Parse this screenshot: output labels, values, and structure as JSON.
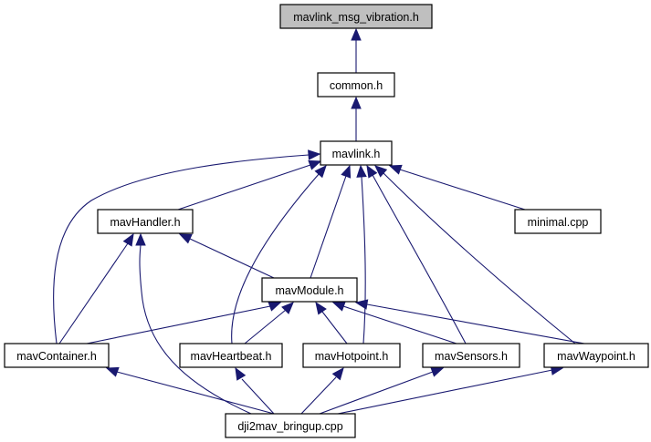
{
  "diagram": {
    "type": "include-dependency-graph",
    "colors": {
      "focus_node_fill": "#bfbfbf",
      "node_fill": "#ffffff",
      "node_border": "#000000",
      "edge": "#191970"
    },
    "nodes": [
      {
        "id": "vibration",
        "label": "mavlink_msg_vibration.h",
        "focus": true
      },
      {
        "id": "common",
        "label": "common.h"
      },
      {
        "id": "mavlink",
        "label": "mavlink.h"
      },
      {
        "id": "handler",
        "label": "mavHandler.h"
      },
      {
        "id": "minimal",
        "label": "minimal.cpp"
      },
      {
        "id": "module",
        "label": "mavModule.h"
      },
      {
        "id": "container",
        "label": "mavContainer.h"
      },
      {
        "id": "heartbeat",
        "label": "mavHeartbeat.h"
      },
      {
        "id": "hotpoint",
        "label": "mavHotpoint.h"
      },
      {
        "id": "sensors",
        "label": "mavSensors.h"
      },
      {
        "id": "waypoint",
        "label": "mavWaypoint.h"
      },
      {
        "id": "bringup",
        "label": "dji2mav_bringup.cpp"
      }
    ],
    "edges": [
      {
        "from": "common",
        "to": "vibration"
      },
      {
        "from": "mavlink",
        "to": "common"
      },
      {
        "from": "container",
        "to": "mavlink"
      },
      {
        "from": "handler",
        "to": "mavlink"
      },
      {
        "from": "heartbeat",
        "to": "mavlink"
      },
      {
        "from": "module",
        "to": "mavlink"
      },
      {
        "from": "hotpoint",
        "to": "mavlink"
      },
      {
        "from": "sensors",
        "to": "mavlink"
      },
      {
        "from": "waypoint",
        "to": "mavlink"
      },
      {
        "from": "minimal",
        "to": "mavlink"
      },
      {
        "from": "container",
        "to": "handler"
      },
      {
        "from": "bringup",
        "to": "handler"
      },
      {
        "from": "module",
        "to": "handler"
      },
      {
        "from": "container",
        "to": "module"
      },
      {
        "from": "heartbeat",
        "to": "module"
      },
      {
        "from": "hotpoint",
        "to": "module"
      },
      {
        "from": "sensors",
        "to": "module"
      },
      {
        "from": "waypoint",
        "to": "module"
      },
      {
        "from": "bringup",
        "to": "container"
      },
      {
        "from": "bringup",
        "to": "heartbeat"
      },
      {
        "from": "bringup",
        "to": "hotpoint"
      },
      {
        "from": "bringup",
        "to": "sensors"
      },
      {
        "from": "bringup",
        "to": "waypoint"
      }
    ]
  }
}
